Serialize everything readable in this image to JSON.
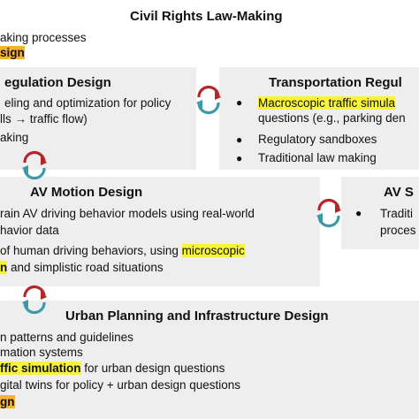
{
  "colors": {
    "box_bg": "#eeeeee",
    "highlight_yellow": "#f6f33a",
    "highlight_orange": "#f7b233",
    "arrow_red": "#b3262b",
    "arrow_teal": "#3b9aa6"
  },
  "icons": [
    "cycle-arrows-icon"
  ],
  "civil_rights": {
    "title": "Civil Rights Law-Making",
    "line1": "aking processes",
    "line2": "sign"
  },
  "regulation": {
    "title": "egulation Design",
    "line1": "eling and optimization for policy",
    "line2": "lls → traffic flow)",
    "line3": "aking"
  },
  "transportation": {
    "title": "Transportation Regul",
    "items": [
      {
        "highlight": "Macroscopic traffic simula",
        "text": ""
      },
      {
        "highlight": "",
        "text": "questions (e.g., parking den"
      },
      {
        "highlight": "",
        "text": "Regulatory sandboxes"
      },
      {
        "highlight": "",
        "text": "Traditional law making"
      }
    ]
  },
  "av_motion": {
    "title": "AV Motion Design",
    "line1": "rain AV driving behavior models using real-world",
    "line2": "havior data",
    "line3_pre": "of human driving behaviors, using ",
    "line3_hl": "microscopic",
    "line4_hl": "n",
    "line4_post": " and simplistic road situations"
  },
  "av_s": {
    "title": "AV S",
    "line1": "Traditi",
    "line2": "proces"
  },
  "urban": {
    "title": "Urban Planning and Infrastructure Design",
    "line1": "n patterns and guidelines",
    "line2": "mation systems",
    "line3_hl": "ffic simulation",
    "line3_post": " for urban design questions",
    "line4": "gital twins for policy + urban design questions",
    "line5": "gn"
  }
}
